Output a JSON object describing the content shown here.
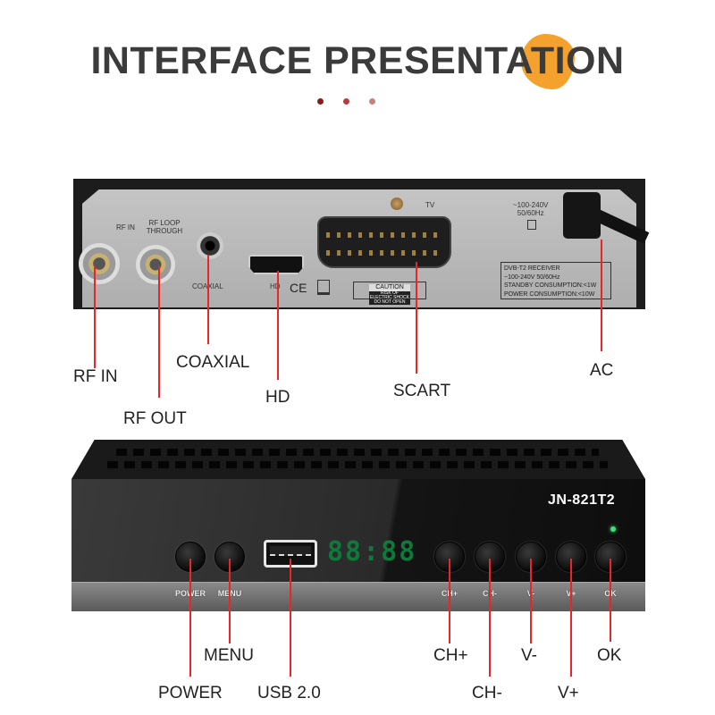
{
  "title": "INTERFACE PRESENTATION",
  "colors": {
    "accent_line": "#e8262a",
    "title": "#3b3b3b",
    "blob": "#f4a12e",
    "dots": [
      "#8b1a1a",
      "#b04040",
      "#c88080"
    ],
    "display": "#0d7a3a"
  },
  "back_panel": {
    "port_labels": {
      "rf_in": "RF IN",
      "rf_loop": "RF LOOP THROUGH",
      "coaxial": "COAXIAL",
      "hd": "HD",
      "tv": "TV",
      "voltage": "~100-240V",
      "freq": "50/60Hz",
      "ce": "CE"
    },
    "caution": {
      "title": "CAUTION",
      "line1": "RISK OF ELECTRIC SHOCK",
      "line2": "DO NOT OPEN"
    },
    "info_box": [
      "DVB-T2 RECEIVER",
      "~100-240V 50/60Hz",
      "STANDBY CONSUMPTION:<1W",
      "POWER CONSUMPTION:<10W"
    ]
  },
  "back_callouts": {
    "rf_in": "RF IN",
    "rf_out": "RF OUT",
    "coaxial": "COAXIAL",
    "hd": "HD",
    "scart": "SCART",
    "ac": "AC"
  },
  "front_panel": {
    "model": "JN-821T2",
    "display": "88:88",
    "button_labels": {
      "power": "POWER",
      "menu": "MENU",
      "ch_plus": "CH+",
      "ch_minus": "CH-",
      "v_minus": "V-",
      "v_plus": "V+",
      "ok": "OK"
    }
  },
  "front_callouts": {
    "menu": "MENU",
    "power": "POWER",
    "usb": "USB 2.0",
    "ch_plus": "CH+",
    "ch_minus": "CH-",
    "v_minus": "V-",
    "v_plus": "V+",
    "ok": "OK"
  }
}
